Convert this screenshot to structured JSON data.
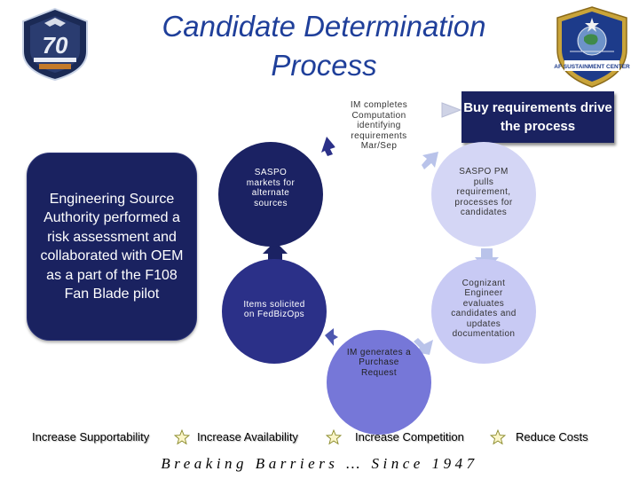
{
  "title": {
    "line1": "Candidate Determination",
    "line2": "Process"
  },
  "logos": {
    "left": {
      "icon": "af-70th-anniversary-emblem",
      "text": "70"
    },
    "right": {
      "icon": "af-sustainment-center-shield",
      "text": "AF SUSTAINMENT CENTER"
    }
  },
  "risk_box": {
    "text": "Engineering Source Authority performed a risk assessment and collaborated with OEM as a part of the F108 Fan Blade pilot"
  },
  "buy_box": {
    "text": "Buy requirements drive the process"
  },
  "cycle": {
    "im_completes": "IM completes Computation identifying requirements Mar/Sep",
    "saspo_pm": "SASPO PM pulls requirement, processes for candidates",
    "cognizant_engineer": "Cognizant Engineer evaluates candidates and updates documentation",
    "purchase_request": "IM generates a Purchase Request",
    "items_solicited": "Items solicited on FedBizOps",
    "saspo_markets": "SASPO markets for alternate sources"
  },
  "footer": {
    "items": [
      "Increase Supportability",
      "Increase Availability",
      "Increase Competition",
      "Reduce Costs"
    ],
    "separator_icon": "star-icon"
  },
  "tagline": "Breaking Barriers … Since 1947",
  "colors": {
    "title": "#1f3f9a",
    "navy": "#1a2260",
    "blue": "#2b3088",
    "periwinkle": "#7677d8",
    "lavender": "#d4d6f5",
    "arrow": "#b9c3ea"
  }
}
